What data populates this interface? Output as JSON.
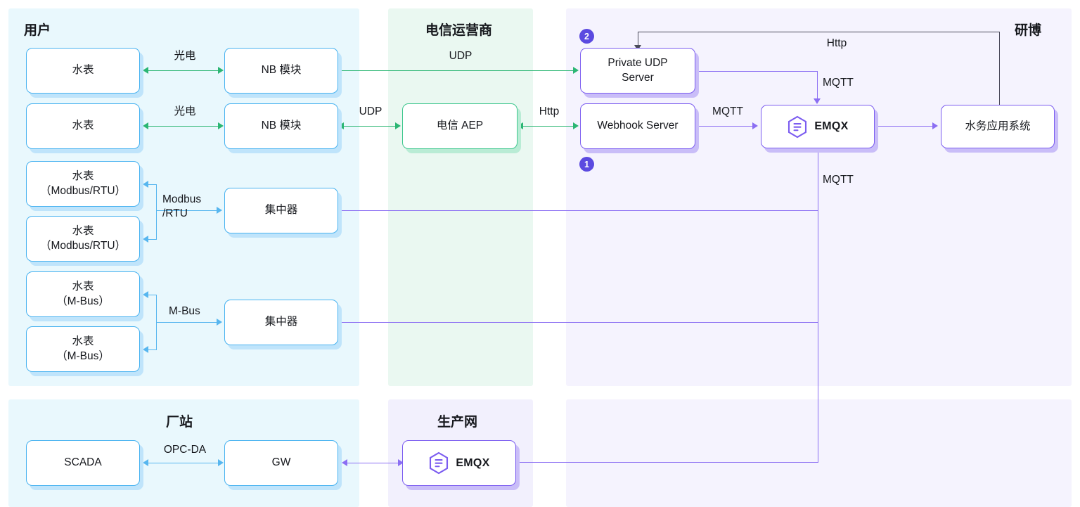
{
  "diagram": {
    "title": "Water utility IoT architecture",
    "colors": {
      "blue_border": "#47b2f0",
      "green_border": "#3ec78e",
      "purple_border": "#7b5cf0",
      "badge": "#5b4ae0",
      "green_line": "#2bb673",
      "blue_line": "#57b6ef",
      "purple_line": "#8b6ef3",
      "dark_line": "#4a4a5a"
    }
  },
  "regions": [
    {
      "id": "user",
      "title": "用户",
      "bg": "#e9f8fd"
    },
    {
      "id": "telecom",
      "title": "电信运营商",
      "bg": "#eaf8f1"
    },
    {
      "id": "yanbo",
      "title": "研博",
      "bg": "#f5f3fe"
    },
    {
      "id": "plant",
      "title": "厂站",
      "bg": "#e9f8fd"
    },
    {
      "id": "production",
      "title": "生产网",
      "bg": "#f2f0fd"
    }
  ],
  "nodes": {
    "meter_1": "水表",
    "meter_2": "水表",
    "meter_modbus_1": "水表\n（Modbus/RTU）",
    "meter_modbus_2": "水表\n（Modbus/RTU）",
    "meter_mbus_1": "水表\n（M-Bus）",
    "meter_mbus_2": "水表\n（M-Bus）",
    "nb_module_1": "NB 模块",
    "nb_module_2": "NB 模块",
    "concentrator_1": "集中器",
    "concentrator_2": "集中器",
    "telecom_aep": "电信 AEP",
    "private_udp_server": "Private UDP\nServer",
    "webhook_server": "Webhook Server",
    "emqx_main": "EMQX",
    "water_app": "水务应用系统",
    "scada": "SCADA",
    "gw": "GW",
    "emqx_production": "EMQX"
  },
  "badges": [
    {
      "id": "badge-1",
      "label": "1"
    },
    {
      "id": "badge-2",
      "label": "2"
    }
  ],
  "edge_labels": {
    "optical_1": "光电",
    "optical_2": "光电",
    "udp_nb1": "UDP",
    "udp_nb2": "UDP",
    "http_aep": "Http",
    "modbus_rtu": "Modbus\n/RTU",
    "mbus": "M-Bus",
    "mqtt_udp": "MQTT",
    "mqtt_webhook": "MQTT",
    "mqtt_bottom": "MQTT",
    "http_return": "Http",
    "opc_da": "OPC-DA"
  }
}
